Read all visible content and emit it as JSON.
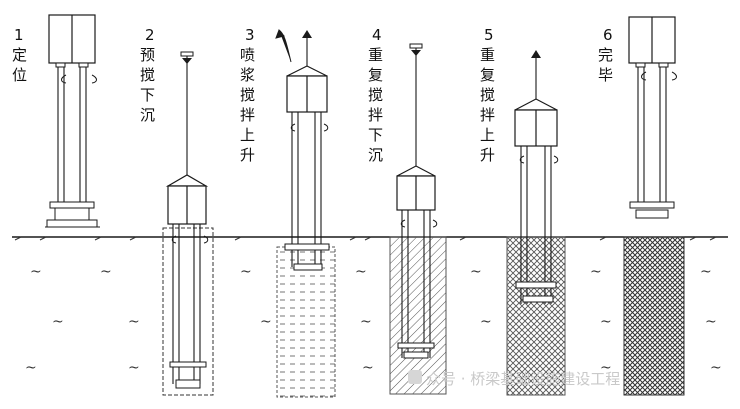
{
  "steps": [
    {
      "num": "1",
      "chars": [
        "定",
        "位"
      ]
    },
    {
      "num": "2",
      "chars": [
        "预",
        "搅",
        "下",
        "沉"
      ]
    },
    {
      "num": "3",
      "chars": [
        "喷",
        "浆",
        "搅",
        "拌",
        "上",
        "升"
      ]
    },
    {
      "num": "4",
      "chars": [
        "重",
        "复",
        "搅",
        "拌",
        "下",
        "沉"
      ]
    },
    {
      "num": "5",
      "chars": [
        "重",
        "复",
        "搅",
        "拌",
        "上",
        "升"
      ]
    },
    {
      "num": "6",
      "chars": [
        "完",
        "毕"
      ]
    }
  ],
  "soil_mark": "~",
  "watermark": "众号 · 桥梁基础设施建设工程",
  "colors": {
    "line": "#1a1a1a",
    "hatch": "#444444",
    "watermark": "#c9c9c9"
  }
}
